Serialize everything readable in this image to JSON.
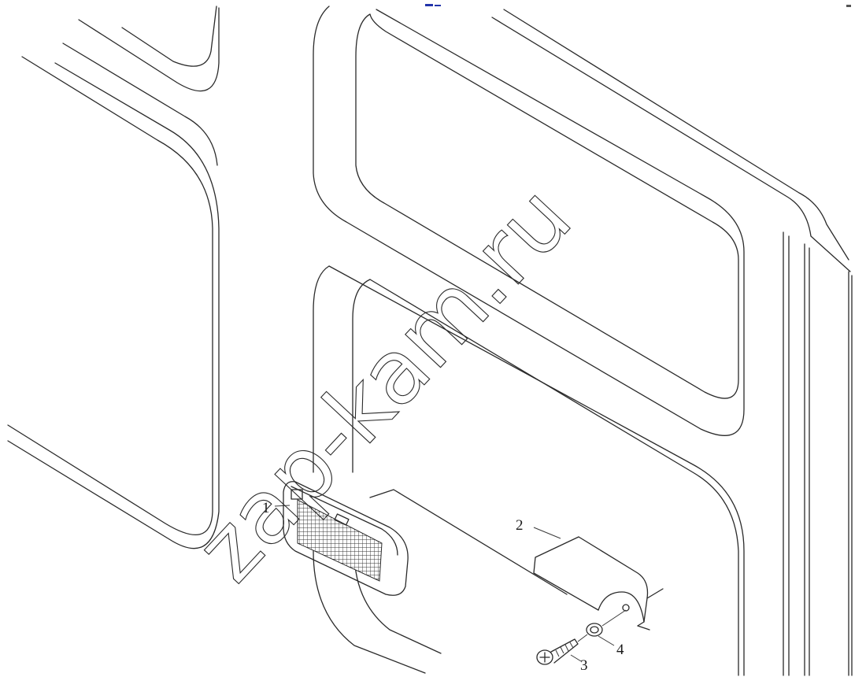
{
  "diagram": {
    "watermark": "zap-kam.ru",
    "callouts": [
      {
        "id": "1",
        "label": "1"
      },
      {
        "id": "2",
        "label": "2"
      },
      {
        "id": "3",
        "label": "3"
      },
      {
        "id": "4",
        "label": "4"
      }
    ],
    "line_color": "#2a2a2a",
    "background_color": "#ffffff"
  }
}
